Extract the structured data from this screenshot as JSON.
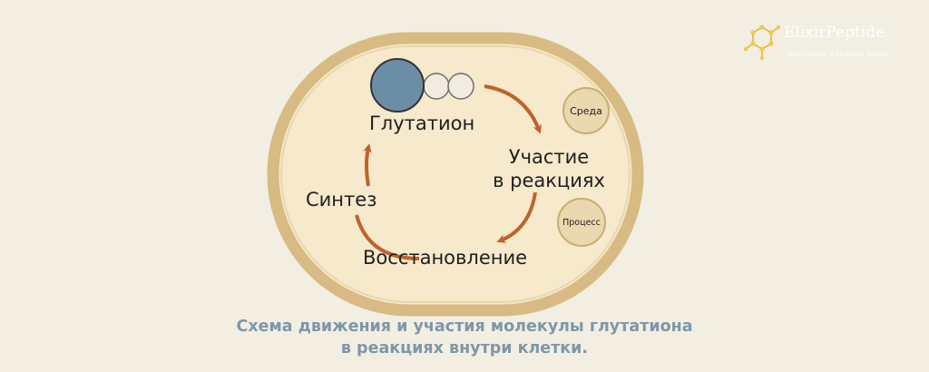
{
  "diagram": {
    "nodes": {
      "glutathione": "Глутатион",
      "participation_line1": "Участие",
      "participation_line2": "в реакциях",
      "synthesis": "Синтез",
      "restoration": "Восстановление"
    },
    "side_labels": {
      "environment": "Среда",
      "process": "Процесс"
    },
    "colors": {
      "cell_fill": "#f6e9cc",
      "cell_border": "#d7bb82",
      "arrow": "#c0622a",
      "molecule_main": "#6b8ea6",
      "molecule_small": "#f1ece0"
    }
  },
  "caption": {
    "line1": "Схема движения и участия молекулы глутатиона",
    "line2": "в реакциях внутри клетки."
  },
  "logo": {
    "name": "ElixirPeptide",
    "tagline": "ЧУДО НАУКИ В КАЖДОЙ КАПЛЕ",
    "icon": "molecule-icon"
  }
}
